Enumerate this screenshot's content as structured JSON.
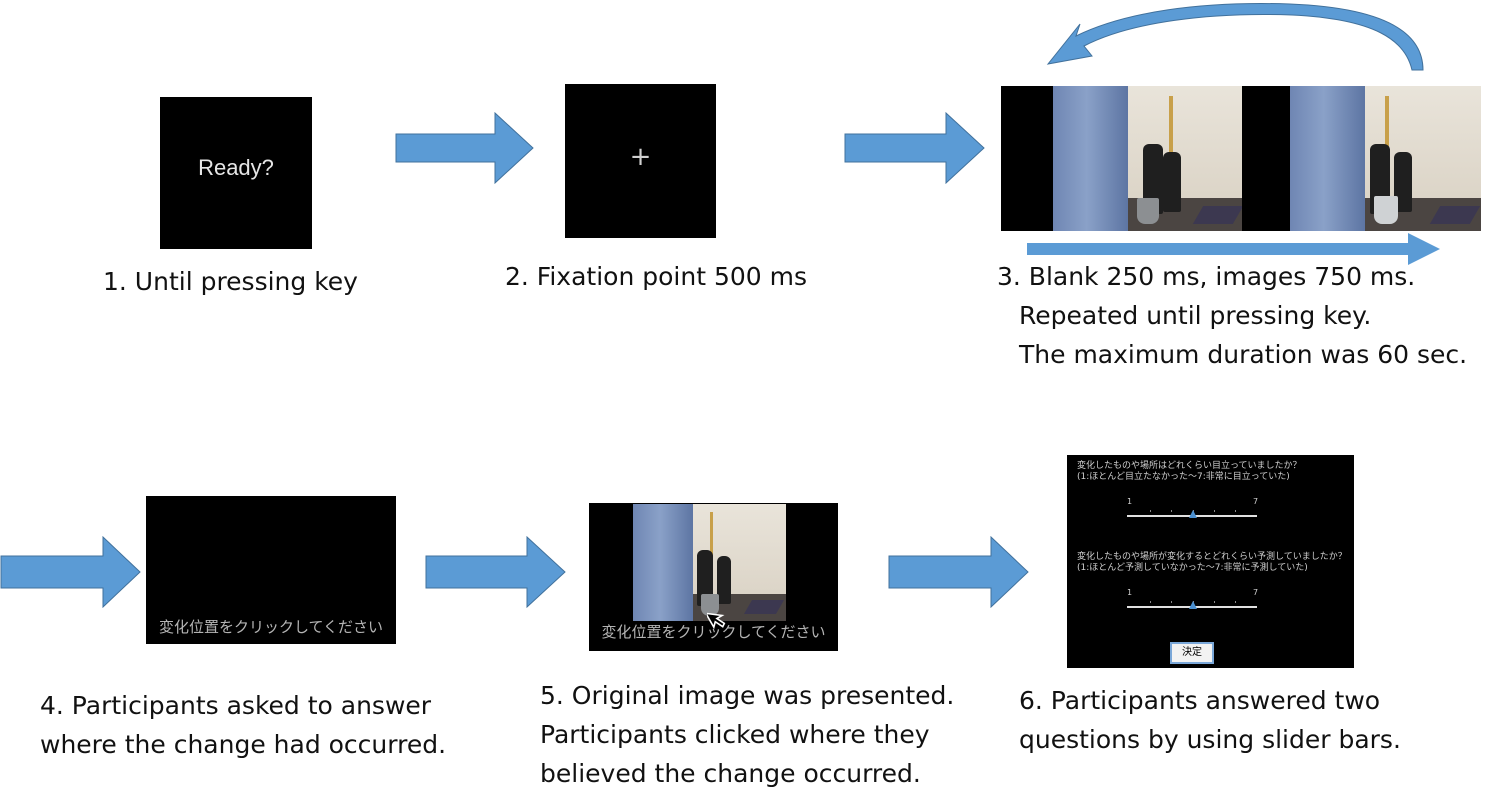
{
  "steps": [
    {
      "id": 1,
      "screen_text": "Ready?",
      "caption_lines": [
        "1. Until pressing key"
      ]
    },
    {
      "id": 2,
      "screen_symbol": "+",
      "caption_lines": [
        "2. Fixation point 500 ms"
      ]
    },
    {
      "id": 3,
      "caption_lines": [
        "3. Blank 250 ms,  images 750 ms.",
        "Repeated until pressing key.",
        "The maximum duration was 60 sec."
      ]
    },
    {
      "id": 4,
      "screen_text": "変化位置をクリックしてください",
      "caption_lines": [
        "4. Participants asked to answer",
        "where the change had occurred."
      ]
    },
    {
      "id": 5,
      "screen_text": "変化位置をクリックしてください",
      "caption_lines": [
        "5. Original image was presented.",
        "Participants clicked where they",
        "believed the change occurred."
      ]
    },
    {
      "id": 6,
      "question1": [
        "変化したものや場所はどれくらい目立っていましたか？",
        "(1:ほとんど目立たなかった～7:非常に目立っていた)"
      ],
      "question2": [
        "変化したものや場所が変化するとどれくらい予測していましたか？",
        "(1:ほとんど予測していなかった～7:非常に予測していた)"
      ],
      "scale_min": "1",
      "scale_max": "7",
      "button_label": "決定",
      "caption_lines": [
        "6. Participants answered two",
        "questions by using slider bars."
      ]
    }
  ],
  "colors": {
    "arrow": "#5b9bd5",
    "arrow_stroke": "#41719c",
    "screen": "#000000"
  },
  "icons": {
    "flow_arrow": "right-block-arrow",
    "loop_arrow": "curved-back-arrow",
    "cursor": "mouse-cursor-icon"
  }
}
